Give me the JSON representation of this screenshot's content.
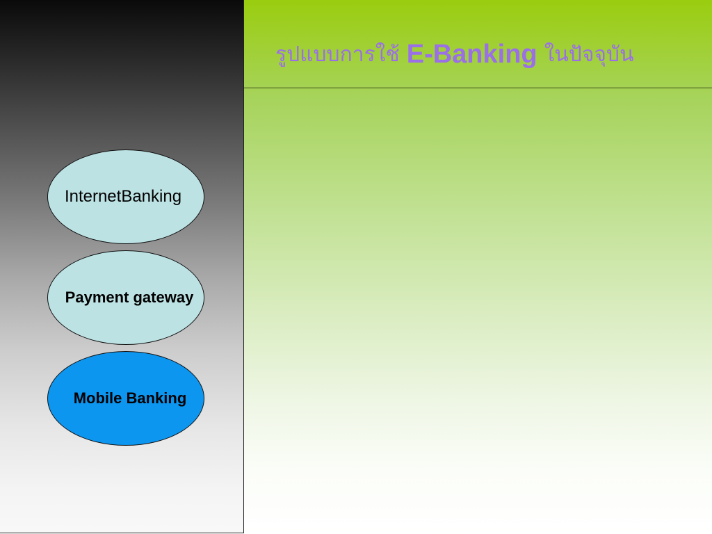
{
  "slide": {
    "title_prefix": "รูปแบบการใช้",
    "title_main": "E-Banking",
    "title_suffix": "ในปัจจุบัน"
  },
  "items": [
    {
      "label": "InternetBanking"
    },
    {
      "label": "Payment gateway"
    },
    {
      "label": "Mobile Banking"
    }
  ],
  "colors": {
    "title": "#9b6fe8",
    "bubble_light": "#bde2e4",
    "bubble_active": "#0d96f0",
    "header_green": "#9acd0f"
  }
}
